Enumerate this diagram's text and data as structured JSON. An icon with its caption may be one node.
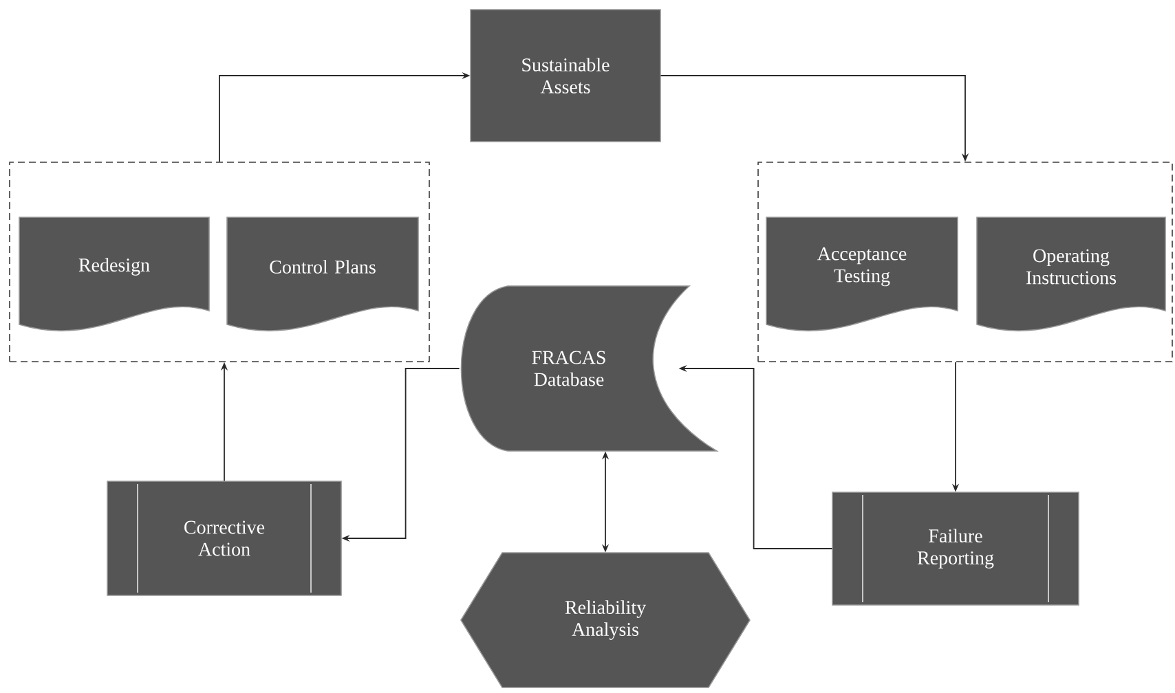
{
  "diagram": {
    "nodes": [
      {
        "text": [
          "Sustainable Assets"
        ]
      },
      {
        "text": [],
        "shape": "box"
      },
      {
        "text": [
          "Redesign"
        ],
        "in": 1
      },
      {
        "text": [
          "Control Plans"
        ],
        "in": 1
      },
      {
        "text": [],
        "shape": "box"
      },
      {
        "text": [
          "Acceptance Testing"
        ],
        "in": 4
      },
      {
        "text": [
          "Operating Instructions"
        ],
        "in": 4
      },
      {
        "text": [
          "FRACAS Database"
        ]
      },
      {
        "text": [
          "Corrective Action"
        ]
      },
      {
        "text": [
          "Failure Reporting"
        ]
      },
      {
        "text": [
          "Reliability Analysis"
        ]
      }
    ],
    "edges": [
      {
        "from": 1,
        "to": 0,
        "arrow": "to"
      },
      {
        "from": 0,
        "to": 4,
        "arrow": "to"
      },
      {
        "from": 4,
        "to": 9,
        "arrow": "to"
      },
      {
        "from": 9,
        "to": 7,
        "arrow": "to"
      },
      {
        "from": 7,
        "to": 8,
        "arrow": "to"
      },
      {
        "from": 8,
        "to": 1,
        "arrow": "to"
      },
      {
        "from": 7,
        "to": 10,
        "arrow": "both"
      }
    ]
  }
}
